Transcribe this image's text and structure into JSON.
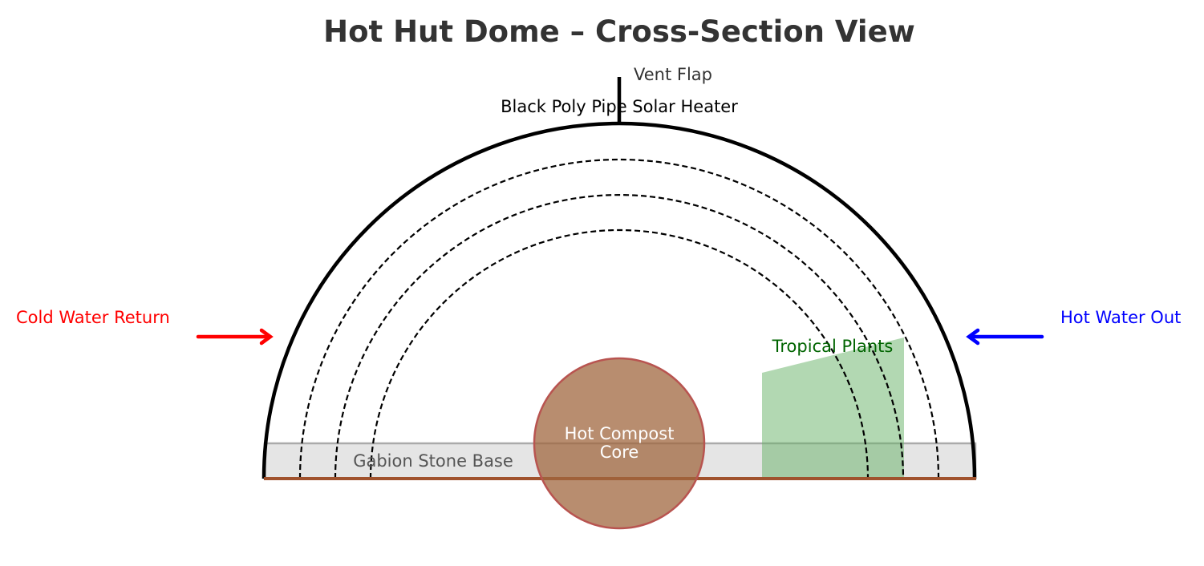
{
  "title": "Hot Hut Dome – Cross-Section View",
  "labels": {
    "vent_flap": "Vent Flap",
    "solar_heater": "Black Poly Pipe Solar Heater",
    "cold_water": "Cold Water Return",
    "hot_water": "Hot Water Out",
    "tropical_plants": "Tropical Plants",
    "gabion_base": "Gabion Stone Base",
    "compost_line1": "Hot Compost",
    "compost_line2": "Core"
  },
  "colors": {
    "title": "#333333",
    "dome": "#000000",
    "cold_water": "#ff0000",
    "hot_water": "#0000ff",
    "plants_fill": "#b2d8b2",
    "plants_text": "#006400",
    "base_fill": "#e5e5e5",
    "ground_line": "#a0522d",
    "compost_fill": "#b58969",
    "compost_edge": "#b85450"
  }
}
